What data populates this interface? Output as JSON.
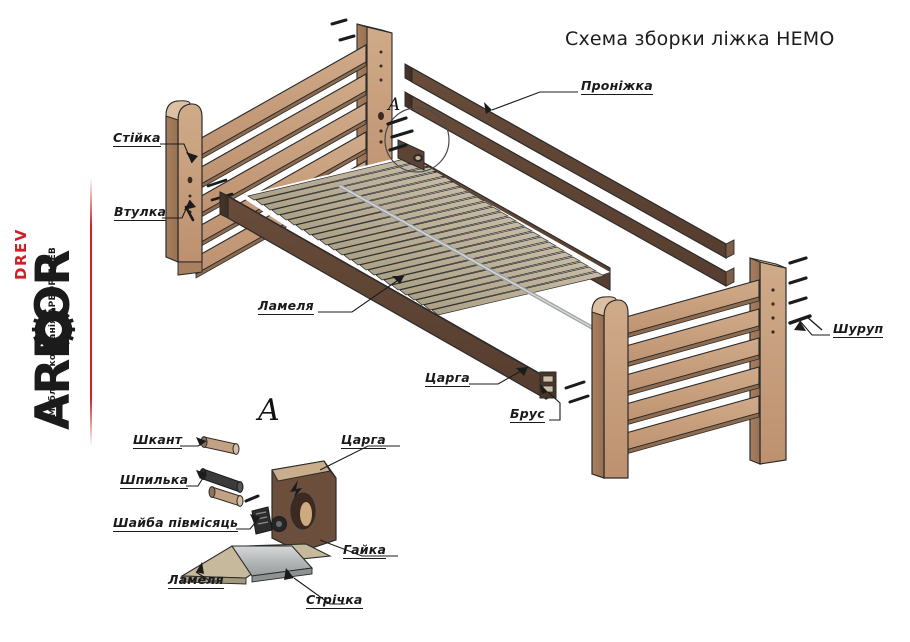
{
  "document": {
    "title": "Схема зборки ліжка НЕМО",
    "language": "uk",
    "type": "furniture-assembly-diagram",
    "product": "НЕМО"
  },
  "brand": {
    "name": "ARBOR",
    "sub": "DREV",
    "tagline": "Меблева компанія АРБОР ДРЕВ",
    "accent_color": "#cf2027",
    "text_color": "#1b1b1b",
    "gear_icon": "saw-blade-gear"
  },
  "detail_markers": {
    "main": "A",
    "callout": "A"
  },
  "labels": {
    "stiyka": "Стійка",
    "vtulka": "Втулка",
    "lamelya": "Ламеля",
    "tsarha": "Царга",
    "brus": "Брус",
    "pronizhka": "Проніжка",
    "shurup": "Шуруп",
    "shkant": "Шкант",
    "shpylka": "Шпилька",
    "shayba": "Шайба півмісяць",
    "haika": "Гайка",
    "lamelya2": "Ламеля",
    "strichka": "Стрічка",
    "tsarha2": "Царга"
  },
  "colors": {
    "wood_light": "#c39a77",
    "wood_light_shade": "#a8805e",
    "wood_dark": "#5d4334",
    "wood_dark_shade": "#4a3529",
    "slat_top": "#bfb49a",
    "slat_side": "#9d9179",
    "metal": "#b9bcbd",
    "metal_dark": "#3a3a3a",
    "outline": "#2b2b2b",
    "background": "#ffffff"
  },
  "parts_legend": [
    {
      "name": "Стійка",
      "meaning": "post"
    },
    {
      "name": "Втулка",
      "meaning": "bushing"
    },
    {
      "name": "Ламеля",
      "meaning": "slat"
    },
    {
      "name": "Царга",
      "meaning": "side-rail"
    },
    {
      "name": "Брус",
      "meaning": "beam"
    },
    {
      "name": "Проніжка",
      "meaning": "stretcher"
    },
    {
      "name": "Шуруп",
      "meaning": "screw"
    },
    {
      "name": "Шкант",
      "meaning": "dowel"
    },
    {
      "name": "Шпилька",
      "meaning": "stud-pin"
    },
    {
      "name": "Шайба півмісяць",
      "meaning": "crescent-washer"
    },
    {
      "name": "Гайка",
      "meaning": "nut"
    },
    {
      "name": "Стрічка",
      "meaning": "strap"
    }
  ]
}
